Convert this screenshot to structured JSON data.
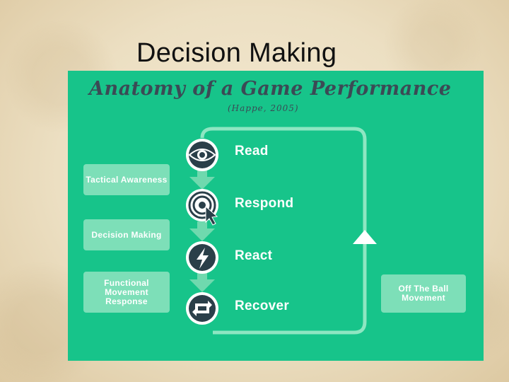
{
  "slide": {
    "title": "Decision Making"
  },
  "diagram": {
    "title": "Anatomy of a Game Performance",
    "subtitle": "(Happe, 2005)",
    "stages": [
      {
        "label": "Read",
        "icon": "eye-icon"
      },
      {
        "label": "Respond",
        "icon": "target-cursor-icon"
      },
      {
        "label": "React",
        "icon": "lightning-icon"
      },
      {
        "label": "Recover",
        "icon": "cycle-icon"
      }
    ],
    "side_boxes": [
      "Tactical Awareness",
      "Decision Making",
      "Functional Movement Response"
    ],
    "loop_label": "Off The Ball Movement",
    "colors": {
      "panel": "#17c48a",
      "light_box": "#7ddfb8",
      "title_text": "#3b4a55",
      "icon_bg": "#2a3f49"
    }
  }
}
